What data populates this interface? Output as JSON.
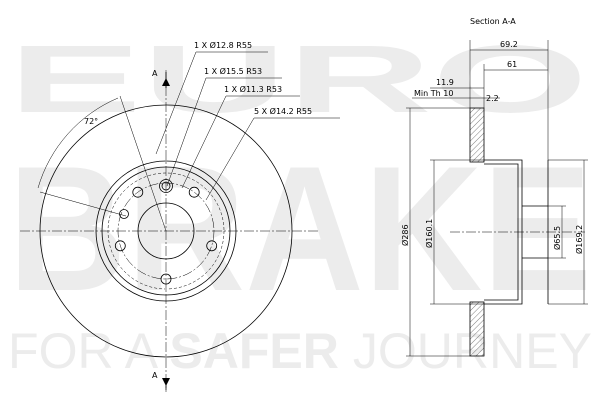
{
  "watermark": {
    "line1": "EURO",
    "line2": "BRAKE",
    "tagline_a": "FOR A ",
    "tagline_b": "SAFER",
    "tagline_c": " JOURNEY"
  },
  "front_view": {
    "section_marker_top": "A",
    "section_marker_bottom": "A",
    "angle_label": "72°",
    "callouts": {
      "hole_1": "1 X Ø12.8 R55",
      "hole_2": "1 X Ø15.5 R53",
      "hole_3": "1 X Ø11.3 R53",
      "holes_5": "5 X Ø14.2 R55"
    }
  },
  "section_view": {
    "title": "Section A-A",
    "dims": {
      "overall_height": "69.2",
      "hat_height": "61",
      "thickness": "11.9",
      "min_thickness_label": "Min Th 10",
      "wear": "2.2",
      "outer_diameter": "Ø286",
      "hat_diameter": "Ø160.1",
      "centre_bore": "Ø65.5",
      "bolt_circle_area": "Ø169.2"
    }
  },
  "colors": {
    "line": "#000000",
    "watermark": "#ececec",
    "background": "#ffffff"
  }
}
